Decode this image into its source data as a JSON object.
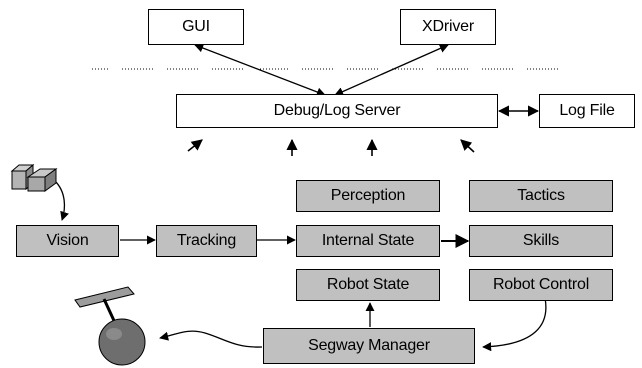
{
  "nodes": {
    "gui": "GUI",
    "xdriver": "XDriver",
    "debug_log_server": "Debug/Log Server",
    "log_file": "Log File",
    "perception": "Perception",
    "tactics": "Tactics",
    "vision": "Vision",
    "tracking": "Tracking",
    "internal_state": "Internal State",
    "skills": "Skills",
    "robot_state": "Robot State",
    "robot_control": "Robot Control",
    "segway_manager": "Segway Manager"
  },
  "colors": {
    "component_fill": "#c0c0c0",
    "server_fill": "#ffffff",
    "line": "#000000"
  },
  "icons": [
    "camera-icon",
    "segway-robot-icon"
  ]
}
